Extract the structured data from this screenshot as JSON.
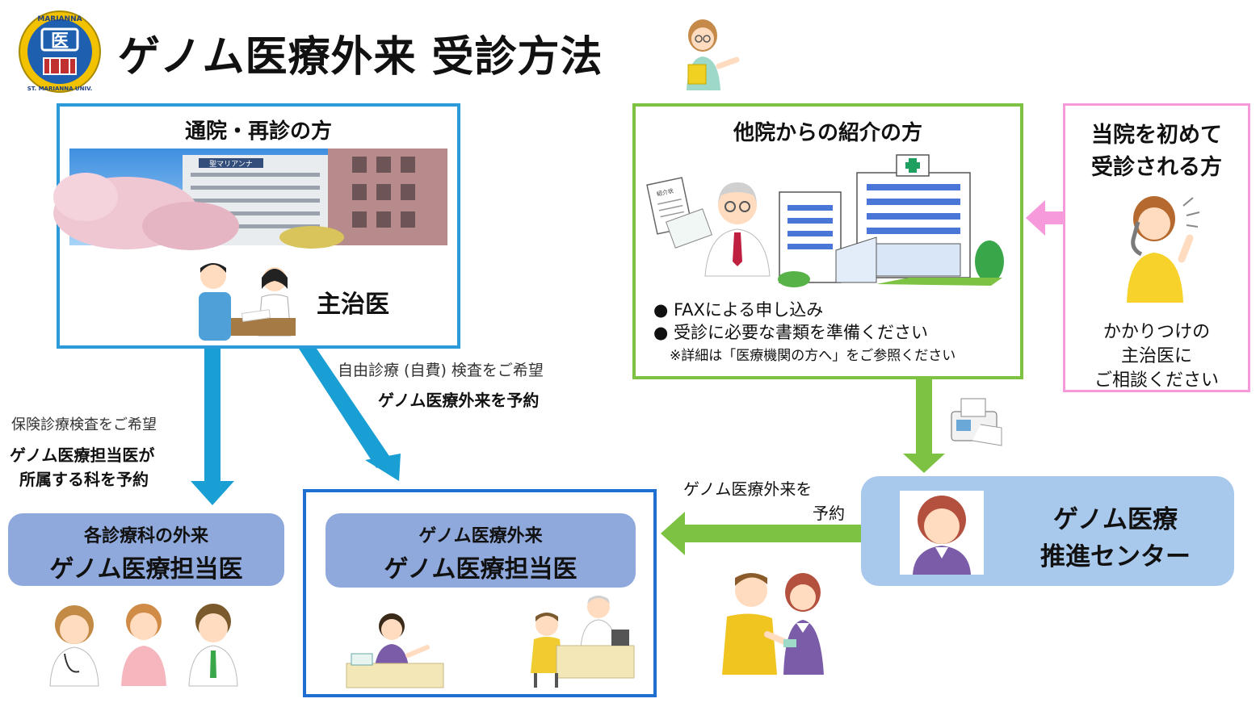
{
  "title": "ゲノム医療外来 受診方法",
  "logo": {
    "top": "MARIANNA",
    "bottom": "ST. MARIANNA UNIV.",
    "glyph": "医"
  },
  "boxes": {
    "revisit": {
      "title": "通院・再診の方",
      "doctor_label": "主治医",
      "photo_sign": "聖マリアンナ"
    },
    "referral": {
      "title": "他院からの紹介の方",
      "doc_label": "紹介状",
      "bullets": [
        "FAXによる申し込み",
        "受診に必要な書類を準備ください"
      ],
      "note": "※詳細は「医療機関の方へ」をご参照ください"
    },
    "first": {
      "title_lines": [
        "当院を初めて",
        "受診される方"
      ],
      "body_lines": [
        "かかりつけの",
        "主治医に",
        "ご相談ください"
      ]
    }
  },
  "flows": {
    "insurance": {
      "line1": "保険診療検査をご希望",
      "line2": "ゲノム医療担当医が",
      "line3": "所属する科を予約"
    },
    "self_pay": {
      "line1": "自由診療 (自費) 検査をご希望",
      "line2": "ゲノム医療外来を予約"
    },
    "center_to_clinic": {
      "line1": "ゲノム医療外来を",
      "line2": "予約"
    }
  },
  "targets": {
    "dept": {
      "line1": "各診療科の外来",
      "line2": "ゲノム医療担当医"
    },
    "clinic": {
      "line1": "ゲノム医療外来",
      "line2": "ゲノム医療担当医"
    },
    "center": {
      "line1": "ゲノム医療",
      "line2": "推進センター"
    }
  },
  "colors": {
    "blue_arrow": "#1a9fd4",
    "green": "#7dc242",
    "pink": "#f79adb",
    "pill_blue": "#8fa9dc",
    "center_blue": "#a8c8ec",
    "clinic_border": "#1f6fd0",
    "revisit_border": "#2a9ad8"
  }
}
